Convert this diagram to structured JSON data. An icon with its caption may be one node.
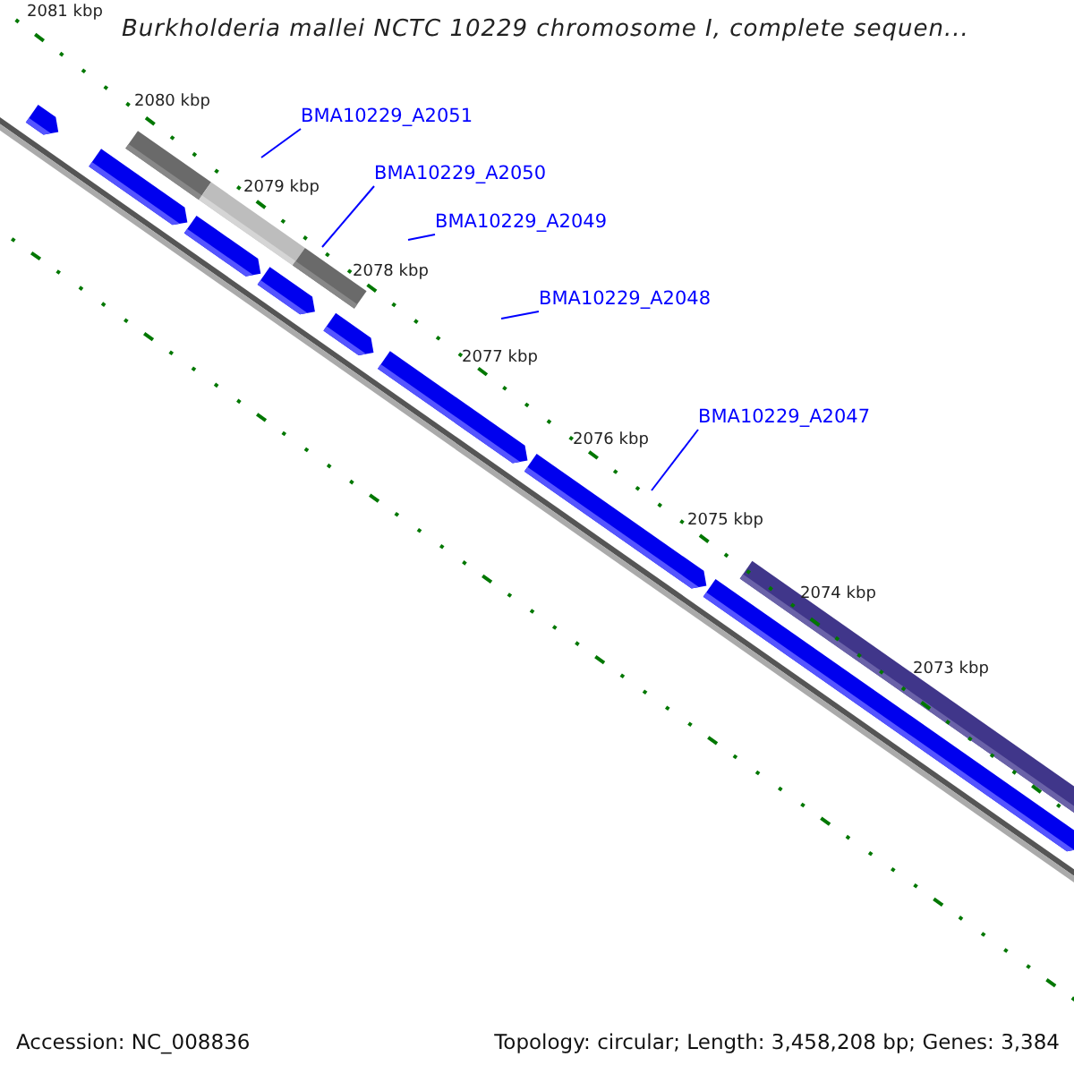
{
  "diagram": {
    "title": "Burkholderia mallei NCTC 10229 chromosome I, complete sequen...",
    "nodes": [
      {
        "text": [
          "BMA10229_A2051"
        ]
      },
      {
        "text": [
          "BMA10229_A2050"
        ]
      },
      {
        "text": [
          "BMA10229_A2049"
        ]
      },
      {
        "text": [
          "BMA10229_A2048"
        ]
      },
      {
        "text": [
          "BMA10229_A2047"
        ]
      }
    ],
    "edges": [
      {
        "from": 0,
        "to": null,
        "arrow": "none"
      },
      {
        "from": 1,
        "to": null,
        "arrow": "none"
      },
      {
        "from": 2,
        "to": null,
        "arrow": "none"
      },
      {
        "from": 3,
        "to": null,
        "arrow": "none"
      },
      {
        "from": 4,
        "to": null,
        "arrow": "none"
      }
    ],
    "labels": [
      "2081 kbp",
      "2080 kbp",
      "2079 kbp",
      "2078 kbp",
      "2077 kbp",
      "2076 kbp",
      "2075 kbp",
      "2074 kbp",
      "2073 kbp",
      "Accession: NC_008836",
      "Topology: circular; Length: 3,458,208 bp; Genes: 3,384"
    ]
  }
}
